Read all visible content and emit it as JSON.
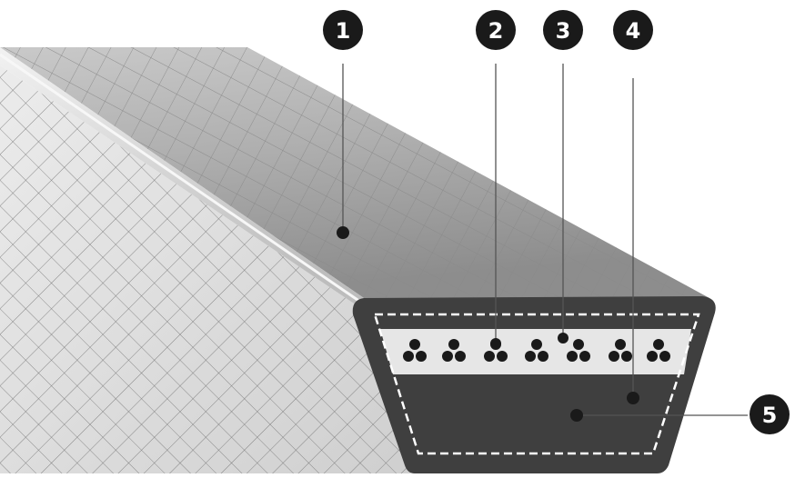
{
  "callouts": [
    {
      "id": "c1",
      "number": "1"
    },
    {
      "id": "c2",
      "number": "2"
    },
    {
      "id": "c3",
      "number": "3"
    },
    {
      "id": "c4",
      "number": "4"
    },
    {
      "id": "c5",
      "number": "5"
    }
  ],
  "colors": {
    "top_surface": "#a9a9a9",
    "side_surface": "#dcdcdc",
    "cross_section_outer": "#3f3f3f",
    "cord_layer": "#e8e8e8",
    "cords": "#1a1a1a",
    "dashed_line": "#ffffff",
    "callout_fill": "#1a1a1a",
    "leader_line": "#4a4a4a"
  }
}
